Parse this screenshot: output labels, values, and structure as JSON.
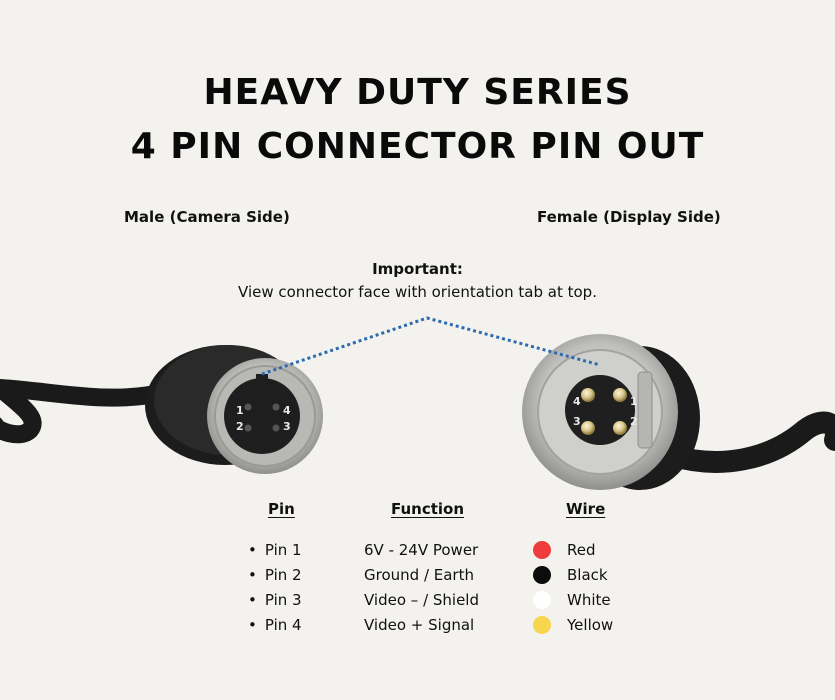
{
  "title": {
    "line1": "HEAVY DUTY SERIES",
    "line2": "4 PIN CONNECTOR PIN OUT"
  },
  "labels": {
    "male": "Male (Camera Side)",
    "female": "Female (Display Side)"
  },
  "important": {
    "title": "Important:",
    "text": "View connector face with orientation tab at top."
  },
  "table": {
    "headers": {
      "pin": "Pin",
      "function": "Function",
      "wire": "Wire"
    },
    "rows": [
      {
        "pin": "Pin 1",
        "function": "6V - 24V Power",
        "wire": "Red",
        "color": "#ee3b3b"
      },
      {
        "pin": "Pin 2",
        "function": "Ground / Earth",
        "wire": "Black",
        "color": "#0c0c0c"
      },
      {
        "pin": "Pin 3",
        "function": "Video – / Shield",
        "wire": "White",
        "color": "#ffffff"
      },
      {
        "pin": "Pin 4",
        "function": "Video + Signal",
        "wire": "Yellow",
        "color": "#f7d54c"
      }
    ]
  },
  "connectors": {
    "male_pins": [
      "1",
      "4",
      "2",
      "3"
    ],
    "female_pins": [
      "4",
      "1",
      "3",
      "2"
    ]
  },
  "colors": {
    "background": "#f3f2ee",
    "dotted_line": "#2b6cb0"
  }
}
